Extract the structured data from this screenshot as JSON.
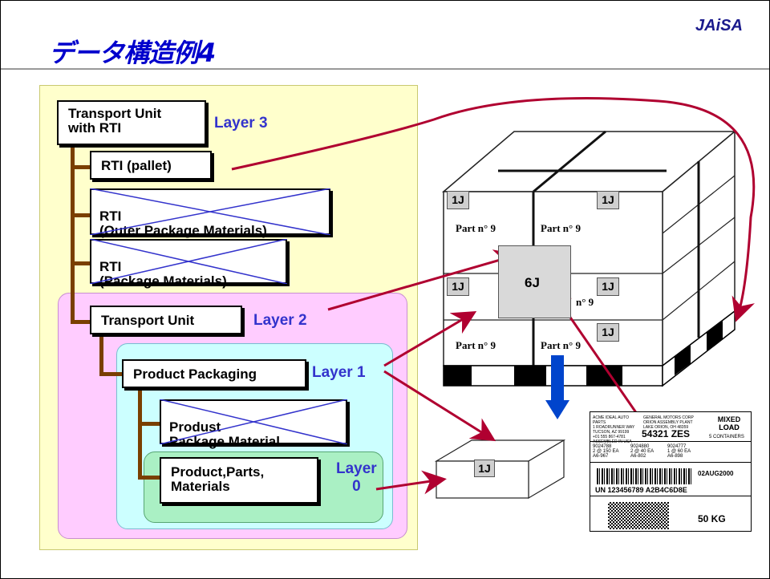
{
  "slide": {
    "title": "データ構造例4",
    "logo": "JAiSA"
  },
  "hierarchy": {
    "transport_unit_rti": "Transport Unit\nwith RTI",
    "rti_pallet": "RTI (pallet)",
    "rti_outer": "RTI\n(Outer Package Materials)",
    "rti_package": "RTI\n(Package Materials)",
    "transport_unit": "Transport Unit",
    "product_packaging": "Product Packaging",
    "product_package_material": "Produst\nPackage Material",
    "product_parts": "Product,Parts,\nMaterials"
  },
  "layers": {
    "layer3": "Layer 3",
    "layer2": "Layer 2",
    "layer1": "Layer 1",
    "layer0": "Layer\n0"
  },
  "pallet": {
    "tag_1j": "1J",
    "tag_6j": "6J",
    "part_label": "Part n° 9",
    "part_label_partial": "n° 9",
    "part_label_right": "Part n° 9"
  },
  "shipping_label": {
    "sender": "ACME IDEAL AUTO PARTS\n1 ROADRUNNER WAY\nTUCSON, AZ 99199\n+01 555 867-4781\nASSEMBLED IN USA",
    "receiver": "GENERAL MOTORS CORP\nORION ASSEMBLY PLANT\nLAKE ORION, OH 48359",
    "code": "54321 ZES",
    "mixed": "MIXED LOAD",
    "load": "LOAD",
    "containers": "5 CONTAINERS",
    "col1": "9024788\n2 @ 150 EA\nA6-967",
    "col2": "9024880\n2 @ 40 EA\nA6-802",
    "col3": "9024777\n1 @ 60 EA\nA6-898",
    "date": "02AUG2000",
    "barcode_text": "UN 123456789 A2B4C6D8E",
    "weight": "50 KG"
  },
  "colors": {
    "arrow": "#b00030",
    "tree_line": "#7a3f00",
    "layer_text": "#3333cc",
    "down_arrow": "#0044cc"
  }
}
